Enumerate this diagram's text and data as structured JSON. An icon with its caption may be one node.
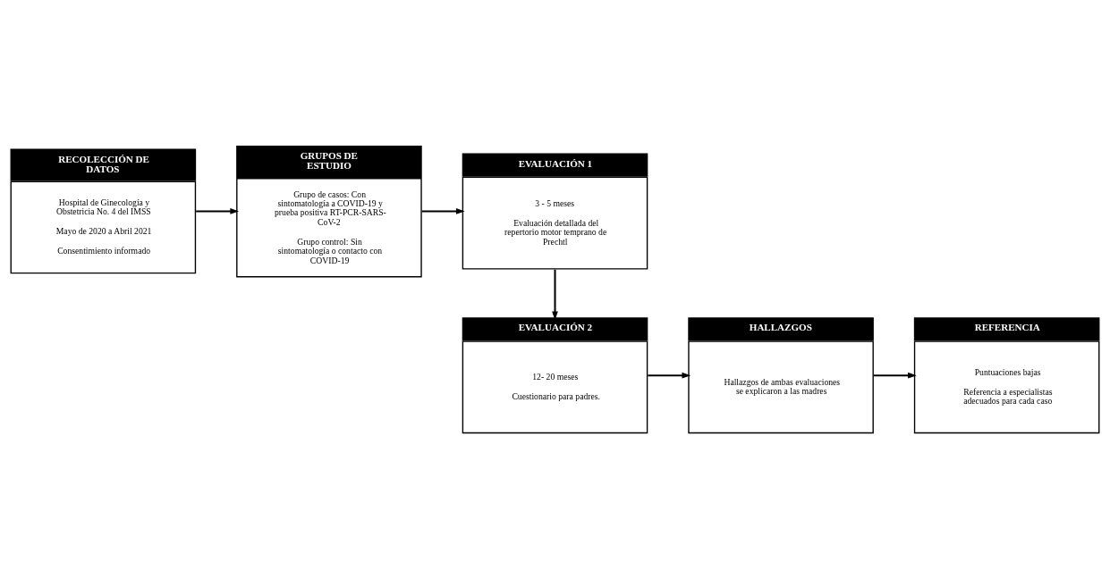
{
  "diagram": {
    "nodes": [
      {
        "text": [
          "RECOLECCIÓN DE DATOS",
          "Hospital de Ginecología y Obstetricia No. 4 del IMSS",
          "Mayo de 2020 a Abril 2021",
          "Consentimiento informado"
        ]
      },
      {
        "text": [
          "GRUPOS DE ESTUDIO",
          "Grupo de casos: Con sintomatología a COVID-19 y prueba positiva RT-PCR-SARS-CoV-2",
          "Grupo control: Sin sintomatología o contacto con COVID-19"
        ]
      },
      {
        "text": [
          "EVALUACIÓN 1",
          "3 - 5 meses",
          "Evaluación detallada del repertorio motor temprano de Prechtl"
        ]
      },
      {
        "text": [
          "EVALUACIÓN 2",
          "12- 20 meses",
          "Cuestionario para padres."
        ]
      },
      {
        "text": [
          "HALLAZGOS",
          "Hallazgos de ambas evaluaciones se explicaron a las madres"
        ]
      },
      {
        "text": [
          "REFERENCIA",
          "Puntuaciones bajas",
          "Referencia a especialistas adecuados para cada caso"
        ]
      }
    ],
    "edges": [
      {
        "from": 0,
        "to": 1,
        "arrow": "to"
      },
      {
        "from": 1,
        "to": 2,
        "arrow": "to"
      },
      {
        "from": 2,
        "to": 3,
        "arrow": "to"
      },
      {
        "from": 3,
        "to": 4,
        "arrow": "to"
      },
      {
        "from": 4,
        "to": 5,
        "arrow": "to"
      }
    ]
  }
}
